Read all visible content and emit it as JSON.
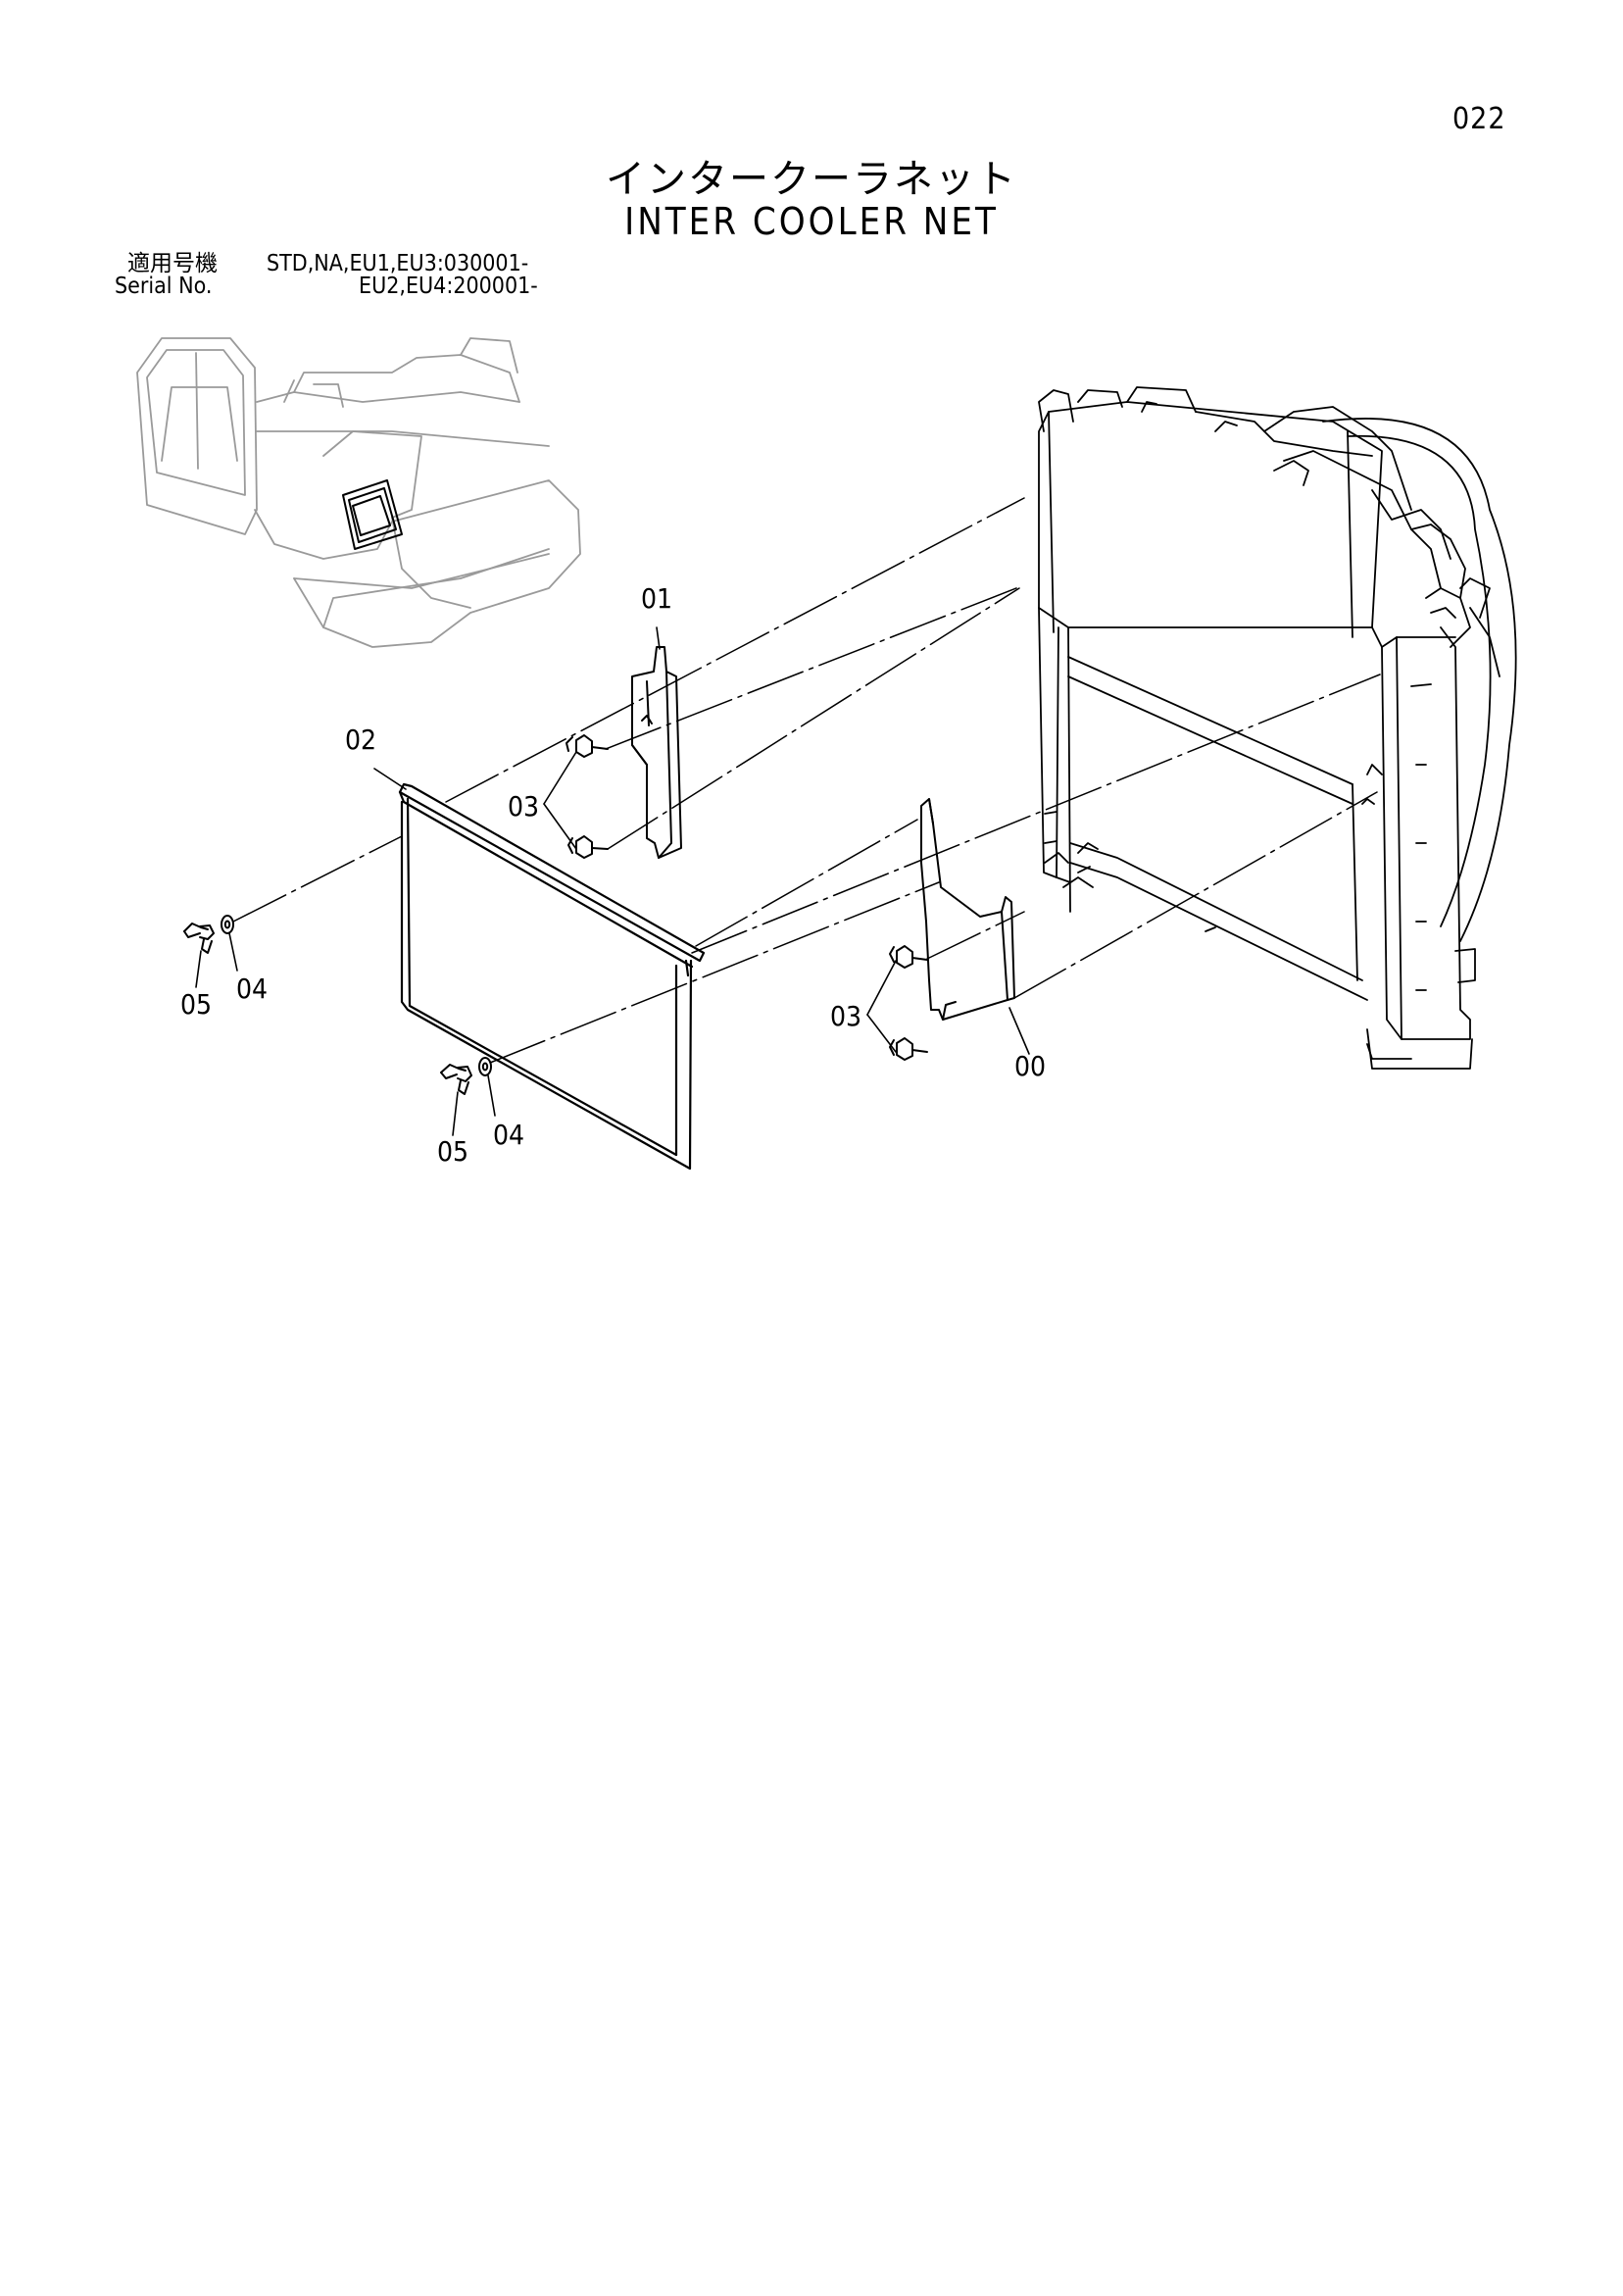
{
  "page_number": "022",
  "title": {
    "japanese": "インタークーラネット",
    "english": "INTER COOLER NET"
  },
  "serial": {
    "label_jp": "適用号機",
    "label_en": "Serial No.",
    "range_1": "STD,NA,EU1,EU3:030001-",
    "range_2": "EU2,EU4:200001-"
  },
  "callouts": {
    "part_00": "00",
    "part_01": "01",
    "part_02": "02",
    "part_03_upper": "03",
    "part_03_lower": "03",
    "part_04_left": "04",
    "part_04_bottom": "04",
    "part_05_left": "05",
    "part_05_bottom": "05"
  }
}
